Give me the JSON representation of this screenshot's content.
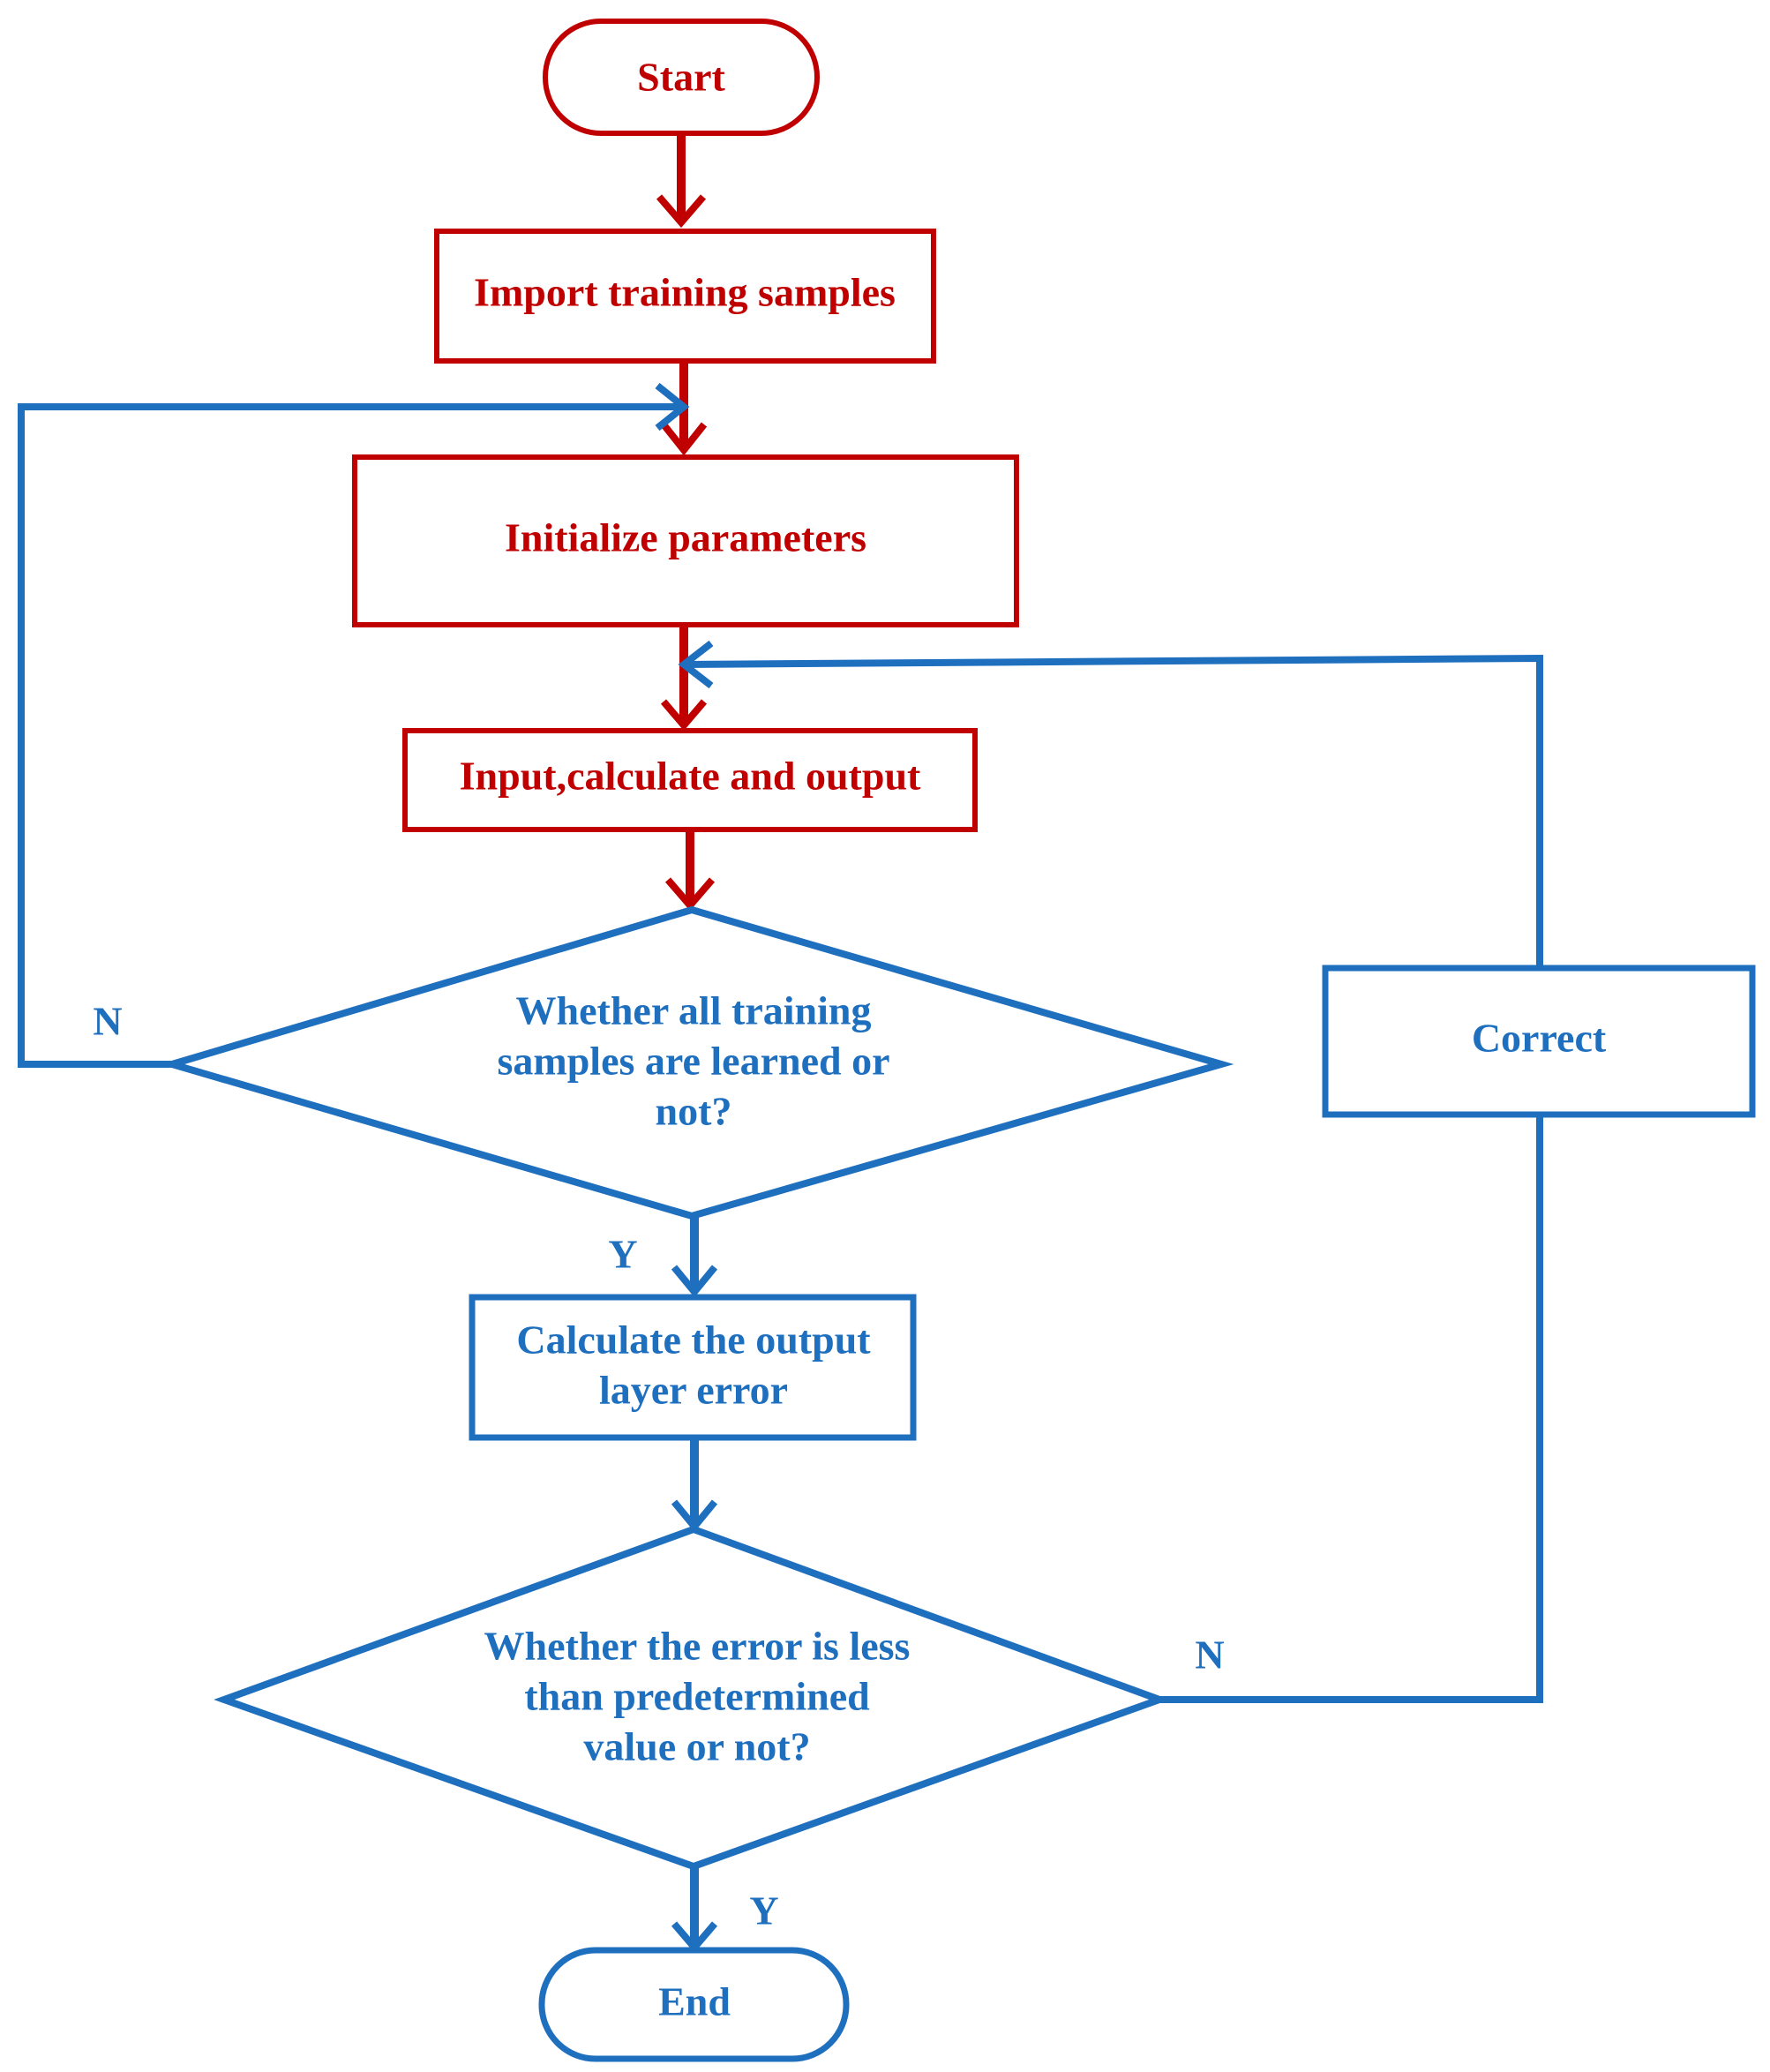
{
  "colors": {
    "red": "#c00000",
    "blue": "#1f6fbf",
    "background": "#ffffff"
  },
  "nodes": {
    "start": {
      "shape": "terminator",
      "text": "Start"
    },
    "import": {
      "shape": "process",
      "text": "Import training samples"
    },
    "init": {
      "shape": "process",
      "text": "Initialize parameters"
    },
    "input": {
      "shape": "process",
      "text": "Input,calculate and output"
    },
    "decision1": {
      "shape": "decision",
      "lines": [
        "Whether all training",
        "samples are learned or",
        "not?"
      ]
    },
    "calc": {
      "shape": "process",
      "lines": [
        "Calculate the output",
        "layer error"
      ]
    },
    "decision2": {
      "shape": "decision",
      "lines": [
        "Whether the error is less",
        "than predetermined",
        "value or not?"
      ]
    },
    "correct": {
      "shape": "process",
      "text": "Correct"
    },
    "end": {
      "shape": "terminator",
      "text": "End"
    }
  },
  "edge_labels": {
    "d1_no": "N",
    "d1_yes": "Y",
    "d2_no": "N",
    "d2_yes": "Y"
  },
  "edges": [
    {
      "from": "start",
      "to": "import"
    },
    {
      "from": "import",
      "to": "init"
    },
    {
      "from": "init",
      "to": "input"
    },
    {
      "from": "input",
      "to": "decision1"
    },
    {
      "from": "decision1",
      "to": "calc",
      "label": "Y"
    },
    {
      "from": "decision1",
      "to": "init",
      "label": "N"
    },
    {
      "from": "calc",
      "to": "decision2"
    },
    {
      "from": "decision2",
      "to": "end",
      "label": "Y"
    },
    {
      "from": "decision2",
      "to": "correct",
      "label": "N"
    },
    {
      "from": "correct",
      "to": "input"
    }
  ]
}
